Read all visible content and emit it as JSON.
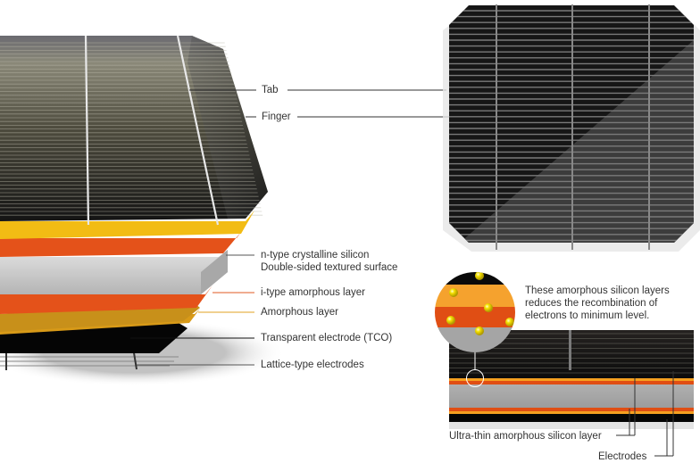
{
  "title": "Heterojunction crystalline silicon solar cell structure",
  "colors": {
    "yellow": "#f5c016",
    "orange": "#e85014",
    "silicon_gray": "#c8c8c8",
    "cell_dark": "#1a1a1a",
    "finger_line": "#6e6e6e",
    "label_text": "#333333",
    "leader_orange": "#e05a20",
    "leader_yellow": "#e0a020",
    "leader_black": "#111111",
    "leader_gray": "#555555"
  },
  "cell_view_labels": {
    "tab": "Tab",
    "finger": "Finger"
  },
  "layer_labels": [
    {
      "id": "n-type",
      "line1": "n-type crystalline silicon",
      "line2": "Double-sided textured surface",
      "leader_color": "#555555"
    },
    {
      "id": "i-type",
      "line1": "i-type amorphous layer",
      "leader_color": "#e05a20"
    },
    {
      "id": "amorphous",
      "line1": "Amorphous layer",
      "leader_color": "#e0a020"
    },
    {
      "id": "tco",
      "line1": "Transparent electrode (TCO)",
      "leader_color": "#111111"
    },
    {
      "id": "lattice",
      "line1": "Lattice-type electrodes",
      "leader_color": "#555555"
    }
  ],
  "cross_section": {
    "note_lines": [
      "These amorphous silicon layers",
      "reduces the recombination of",
      "electrons to minimum level."
    ],
    "ultra_thin_label": "Ultra-thin amorphous silicon layer",
    "electrodes_label": "Electrodes"
  }
}
